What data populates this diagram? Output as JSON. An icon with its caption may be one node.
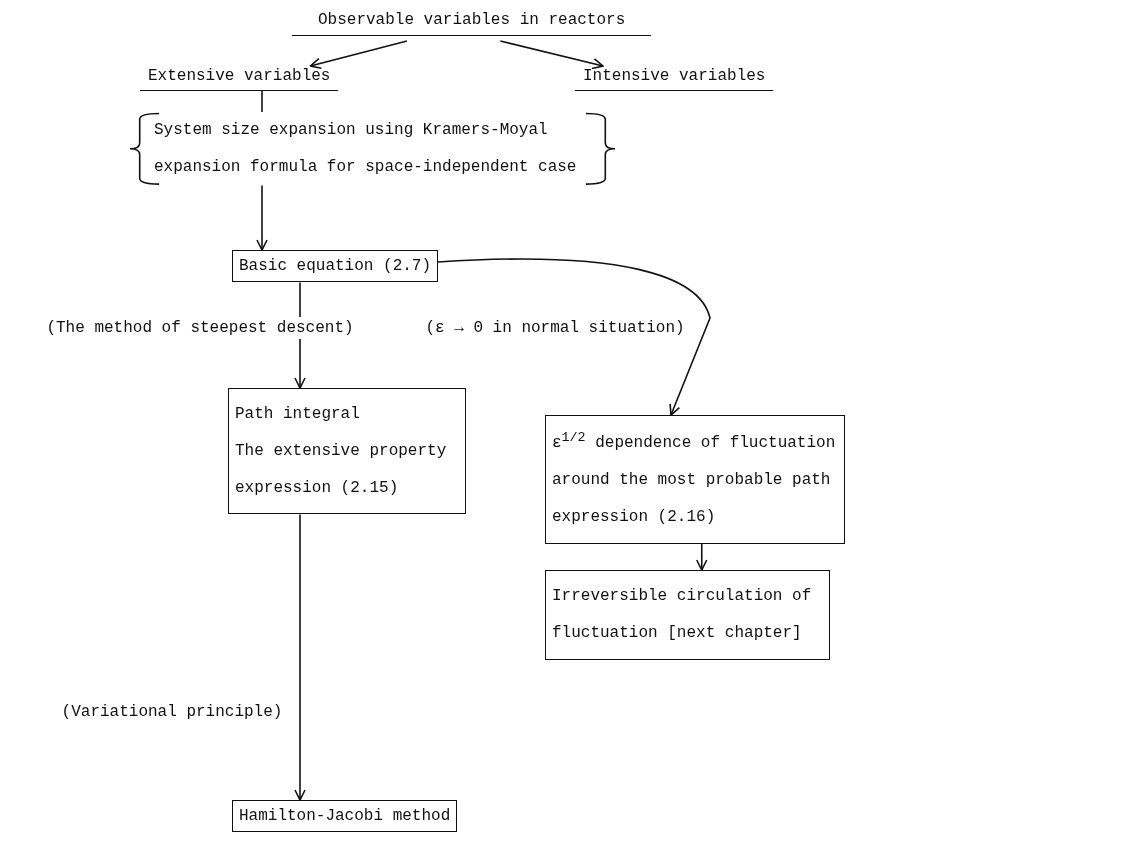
{
  "diagram": {
    "nodes": [
      {
        "text": [
          "Observable variables in reactors"
        ]
      },
      {
        "text": [
          "Extensive variables"
        ]
      },
      {
        "text": [
          "Intensive variables"
        ]
      },
      {
        "text": [
          "System size expansion using Kramers-Moyal expansion formula for space-independent case"
        ]
      },
      {
        "text": [
          "Basic equation (2.7)"
        ]
      },
      {
        "text": [
          "Path integral",
          "The extensive property expression (2.15)"
        ]
      },
      {
        "text": [
          "ε$^{1/2}$ dependence of fluctuation around the most probable path expression (2.16)"
        ]
      },
      {
        "text": [
          "Irreversible circulation of fluctuation [next chapter]"
        ]
      },
      {
        "text": [
          "Hamilton-Jacobi method"
        ]
      }
    ],
    "edges": [
      {
        "from": 0,
        "to": 1,
        "arrow": "to"
      },
      {
        "from": 0,
        "to": 2,
        "arrow": "to"
      },
      {
        "from": 1,
        "to": 3,
        "arrow": "none"
      },
      {
        "from": 3,
        "to": 4,
        "arrow": "to"
      },
      {
        "from": 4,
        "to": 5,
        "arrow": "to",
        "label": "(The method of steepest descent)"
      },
      {
        "from": 4,
        "to": 6,
        "arrow": "to",
        "label": "(ε → 0 in normal situation)"
      },
      {
        "from": 5,
        "to": 8,
        "arrow": "to",
        "label": "(Variational principle)"
      },
      {
        "from": 6,
        "to": 7,
        "arrow": "to"
      }
    ]
  }
}
